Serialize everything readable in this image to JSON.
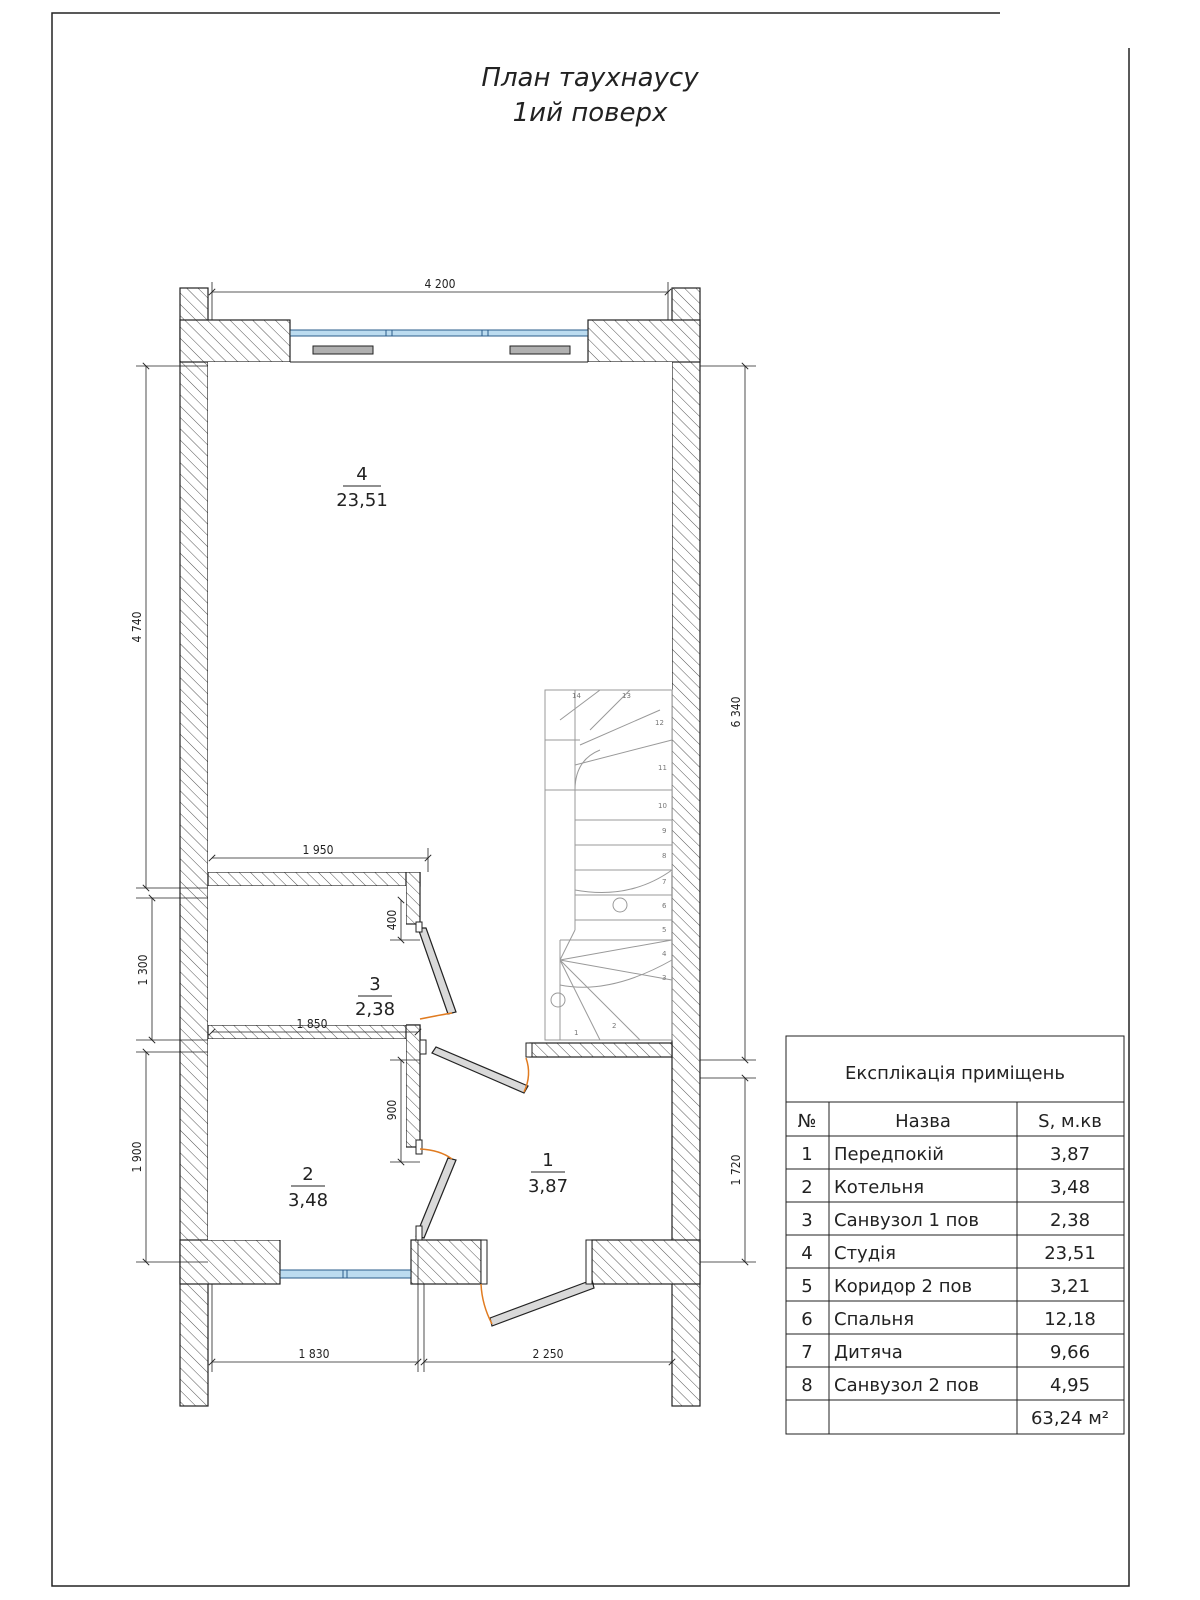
{
  "title": {
    "line1": "План таухнаусу",
    "line2": "1ий поверх"
  },
  "dimensions": {
    "top_width": "4 200",
    "left_upper": "4 740",
    "left_middle": "1 300",
    "left_lower": "1 900",
    "right_upper": "6 340",
    "right_lower": "1 720",
    "inner_1950": "1 950",
    "inner_1850": "1 850",
    "inner_400": "400",
    "inner_900": "900",
    "bottom_left": "1 830",
    "bottom_right": "2 250"
  },
  "rooms": [
    {
      "number": "4",
      "area": "23,51"
    },
    {
      "number": "3",
      "area": "2,38"
    },
    {
      "number": "2",
      "area": "3,48"
    },
    {
      "number": "1",
      "area": "3,87"
    }
  ],
  "stair_steps": [
    "1",
    "2",
    "3",
    "4",
    "5",
    "6",
    "7",
    "8",
    "9",
    "10",
    "11",
    "12",
    "13",
    "14"
  ],
  "legend": {
    "title": "Експлікація приміщень",
    "headers": [
      "№",
      "Назва",
      "S, м.кв"
    ],
    "rows": [
      {
        "num": "1",
        "name": "Передпокій",
        "area": "3,87"
      },
      {
        "num": "2",
        "name": "Котельня",
        "area": "3,48"
      },
      {
        "num": "3",
        "name": "Санвузол 1 пов",
        "area": "2,38"
      },
      {
        "num": "4",
        "name": "Студія",
        "area": "23,51"
      },
      {
        "num": "5",
        "name": "Коридор 2 пов",
        "area": "3,21"
      },
      {
        "num": "6",
        "name": "Спальня",
        "area": "12,18"
      },
      {
        "num": "7",
        "name": "Дитяча",
        "area": "9,66"
      },
      {
        "num": "8",
        "name": "Санвузол 2 пов",
        "area": "4,95"
      }
    ],
    "total": "63,24 м²"
  },
  "colors": {
    "line": "#222222",
    "wall_fill": "#ffffff",
    "hatch": "#555555",
    "window_glass": "#bcdcf0",
    "door_swing": "#e07b20"
  }
}
